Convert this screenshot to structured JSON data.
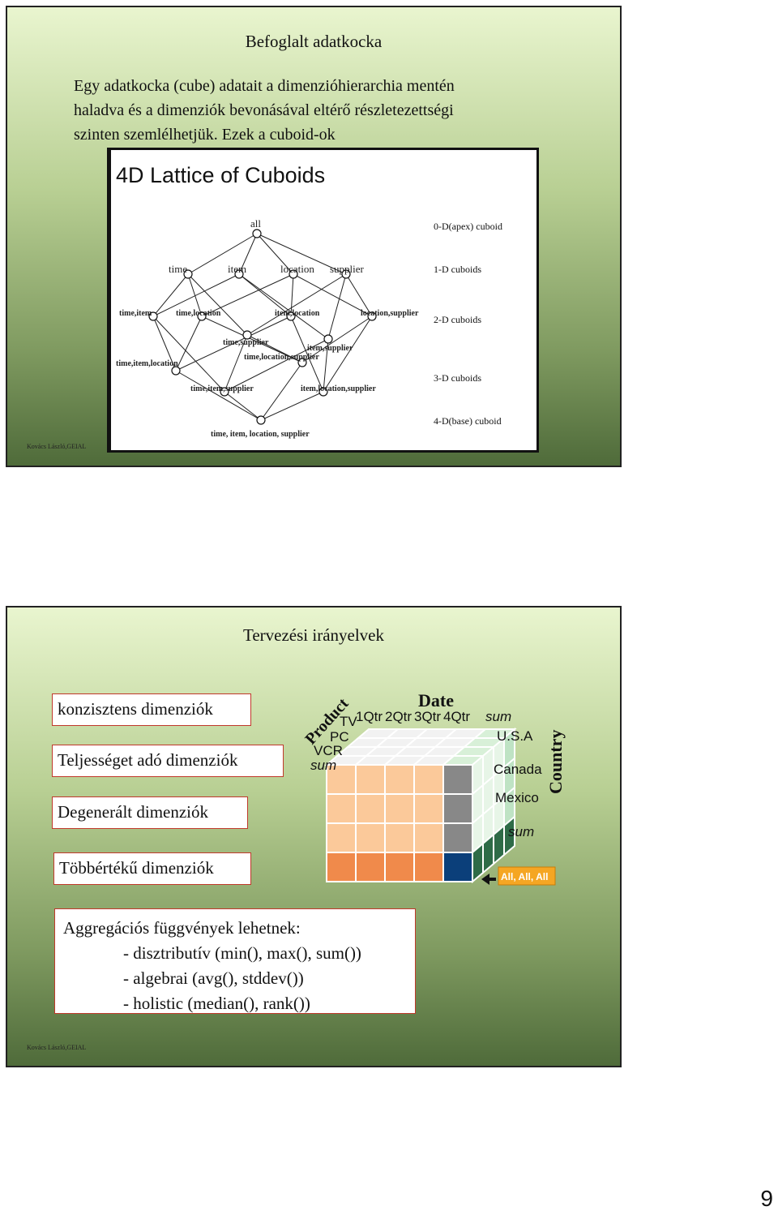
{
  "slide1": {
    "title": "Befoglalt adatkocka",
    "intro": [
      "Egy adatkocka (cube) adatait a dimenzióhierarchia mentén",
      "haladva és a dimenziók bevonásával eltérő részletezettségi",
      "szinten szemlélhetjük. Ezek a cuboid-ok"
    ],
    "footer": "Kovács László,GEIAL",
    "lattice": {
      "title": "4D Lattice of Cuboids",
      "nodes": [
        "all",
        "time",
        "item",
        "location",
        "supplier",
        "time,item",
        "time,location",
        "item,location",
        "location,supplier",
        "time,supplier",
        "item,supplier",
        "time,location,supplier",
        "time,item,location",
        "time,item,supplier",
        "item,location,supplier",
        "time, item, location, supplier"
      ],
      "levels": [
        "0-D(apex) cuboid",
        "1-D cuboids",
        "2-D cuboids",
        "3-D cuboids",
        "4-D(base) cuboid"
      ]
    }
  },
  "slide2": {
    "title": "Tervezési irányelvek",
    "boxes": [
      "konzisztens dimenziók",
      "Teljességet adó dimenziók",
      "Degenerált dimenziók",
      "Többértékű dimenziók"
    ],
    "aggregation": {
      "heading": "Aggregációs függvények lehetnek:",
      "items": [
        "- disztributív (min(), max(), sum())",
        "- algebrai (avg(), stddev())",
        "- holistic (median(), rank())"
      ]
    },
    "cube": {
      "date_label": "Date",
      "product_label": "Product",
      "country_label": "Country",
      "date_items": [
        "1Qtr",
        "2Qtr",
        "3Qtr",
        "4Qtr",
        "sum"
      ],
      "product_items": [
        "TV",
        "PC",
        "VCR",
        "sum"
      ],
      "country_items": [
        "U.S.A",
        "Canada",
        "Mexico",
        "sum"
      ],
      "corner_label": "All, All, All",
      "colors": {
        "peach": "#fbc99a",
        "orange": "#f08a4b",
        "gray": "#888888",
        "navy": "#0b3f7a",
        "green": "#2e6b47",
        "lightgreen": "#d8f0d8"
      }
    },
    "footer": "Kovács László,GEIAL"
  },
  "page_number": "9"
}
